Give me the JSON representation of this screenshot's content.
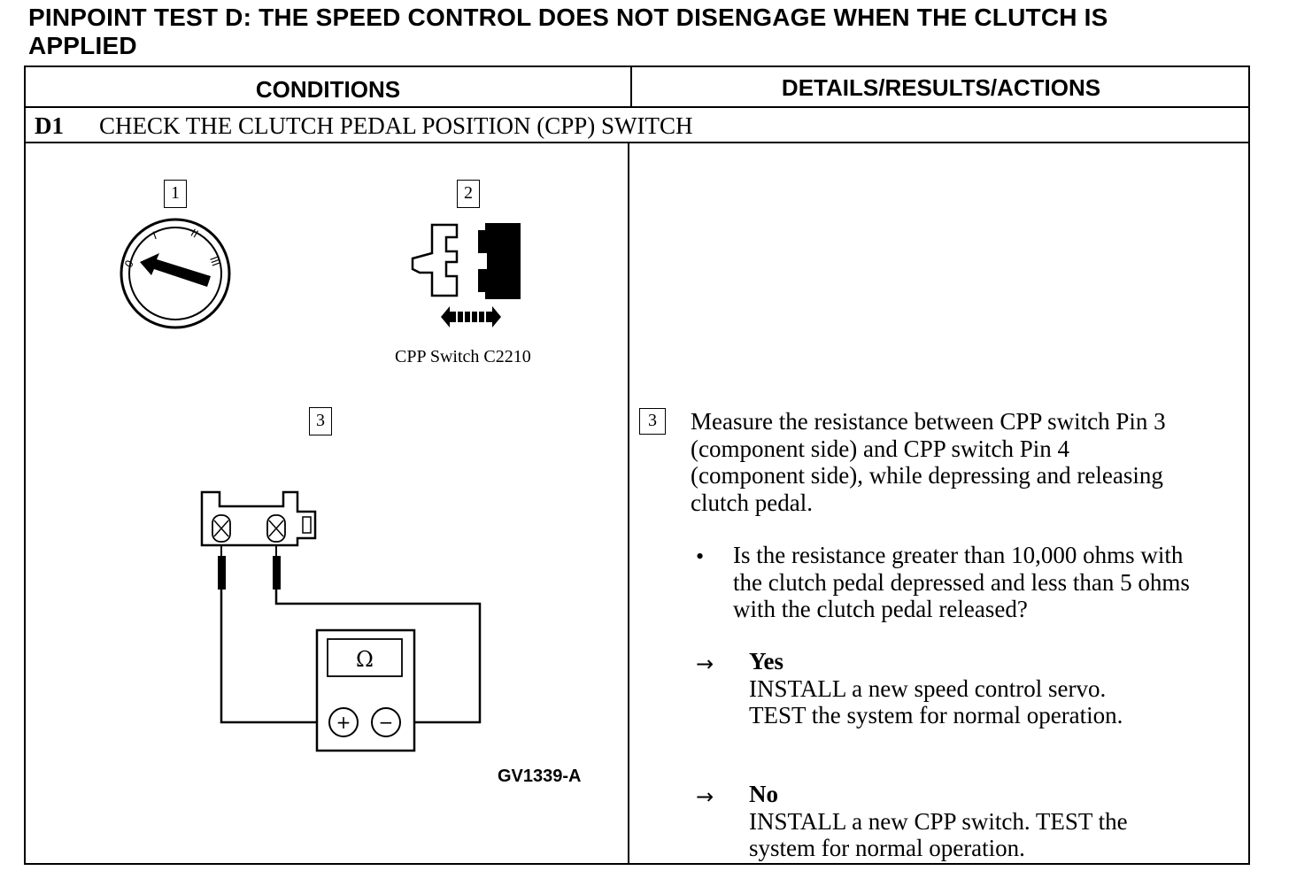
{
  "title": {
    "line1": "PINPOINT TEST D:  THE SPEED CONTROL DOES NOT DISENGAGE WHEN THE CLUTCH IS",
    "line2": "APPLIED"
  },
  "table": {
    "col_conditions": "CONDITIONS",
    "col_details": "DETAILS/RESULTS/ACTIONS"
  },
  "step": {
    "number": "D1",
    "title": "CHECK THE CLUTCH PEDAL POSITION (CPP) SWITCH"
  },
  "figure": {
    "callout_1": "1",
    "callout_2": "2",
    "callout_3": "3",
    "switch_caption": "CPP Switch C2210",
    "ohm_symbol": "Ω",
    "plus_symbol": "+",
    "minus_symbol": "−",
    "figure_code": "GV1339-A",
    "ignition_labels": [
      "0",
      "I",
      "II",
      "III"
    ]
  },
  "details": {
    "callout": "3",
    "instruction_lines": [
      "Measure the resistance between CPP switch Pin 3",
      "(component side) and CPP switch Pin 4",
      "(component side), while depressing and releasing",
      "clutch pedal."
    ],
    "bullet_symbol": "•",
    "question_lines": [
      "Is the resistance greater than 10,000 ohms with",
      "the clutch pedal depressed and less than 5 ohms",
      "with the clutch pedal released?"
    ],
    "arrow_symbol": "→",
    "yes": {
      "label": "Yes",
      "lines": [
        "INSTALL a new speed control servo.",
        "TEST the system for normal  operation."
      ]
    },
    "no": {
      "label": "No",
      "lines": [
        "INSTALL a new CPP switch. TEST the",
        "system for normal operation."
      ]
    }
  }
}
